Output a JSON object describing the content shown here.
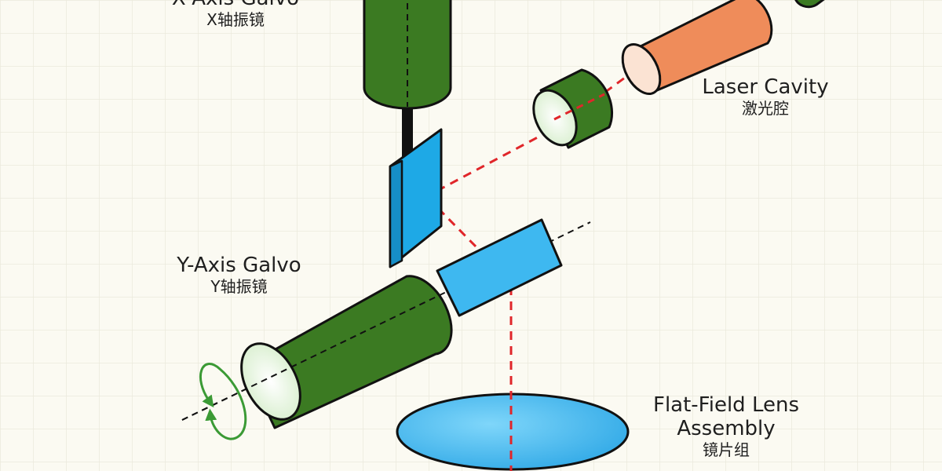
{
  "labels": {
    "x_galvo": {
      "en": "X-Axis Galvo",
      "zh": "X轴振镜"
    },
    "laser_cavity": {
      "en": "Laser Cavity",
      "zh": "激光腔"
    },
    "y_galvo": {
      "en": "Y-Axis Galvo",
      "zh": "Y轴振镜"
    },
    "lens": {
      "en_line1": "Flat-Field Lens",
      "en_line2": "Assembly",
      "zh": "镜片组"
    }
  },
  "colors": {
    "background": "#fbfaf2",
    "grid": "#ebe9dc",
    "galvo_green": "#3b7a22",
    "cavity_orange": "#ef8c5a",
    "mirror_blue": "#1ea9e6",
    "lens_blue": "#3eb8f0",
    "beam_red": "#e0262a",
    "rotation_arrow": "#3b9a35"
  }
}
